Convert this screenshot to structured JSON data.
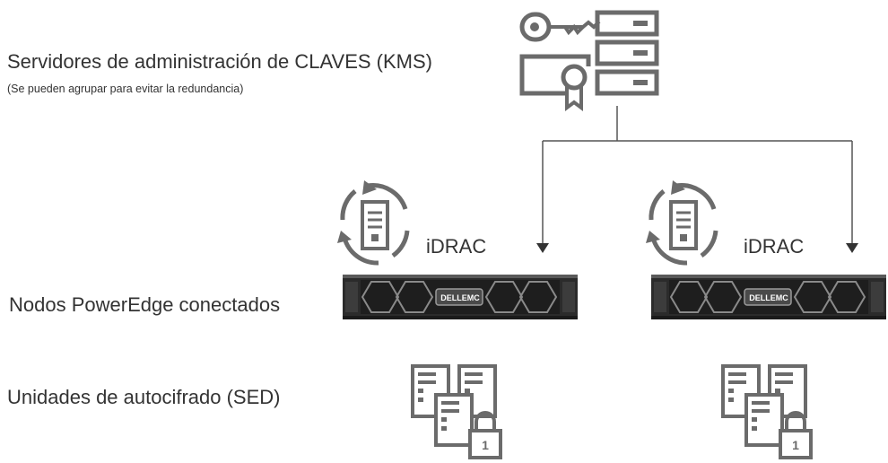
{
  "labels": {
    "kms_title": "Servidores de administración de CLAVES (KMS)",
    "kms_subtitle": "(Se pueden agrupar para evitar la redundancia)",
    "nodes": "Nodos PowerEdge conectados",
    "sed": "Unidades de autocifrado (SED)"
  },
  "nodes": [
    {
      "idrac_label": "iDRAC",
      "server_logo": "DELLEMC",
      "lock_number": "1"
    },
    {
      "idrac_label": "iDRAC",
      "server_logo": "DELLEMC",
      "lock_number": "1"
    }
  ],
  "colors": {
    "icon": "#6b6b6b",
    "line": "#555555",
    "text": "#333333",
    "server": "#2b2b2b"
  },
  "icons": [
    "key-icon",
    "server-stack-icon",
    "certificate-icon",
    "idrac-sync-icon",
    "rack-server-icon",
    "drive-lock-icon"
  ]
}
